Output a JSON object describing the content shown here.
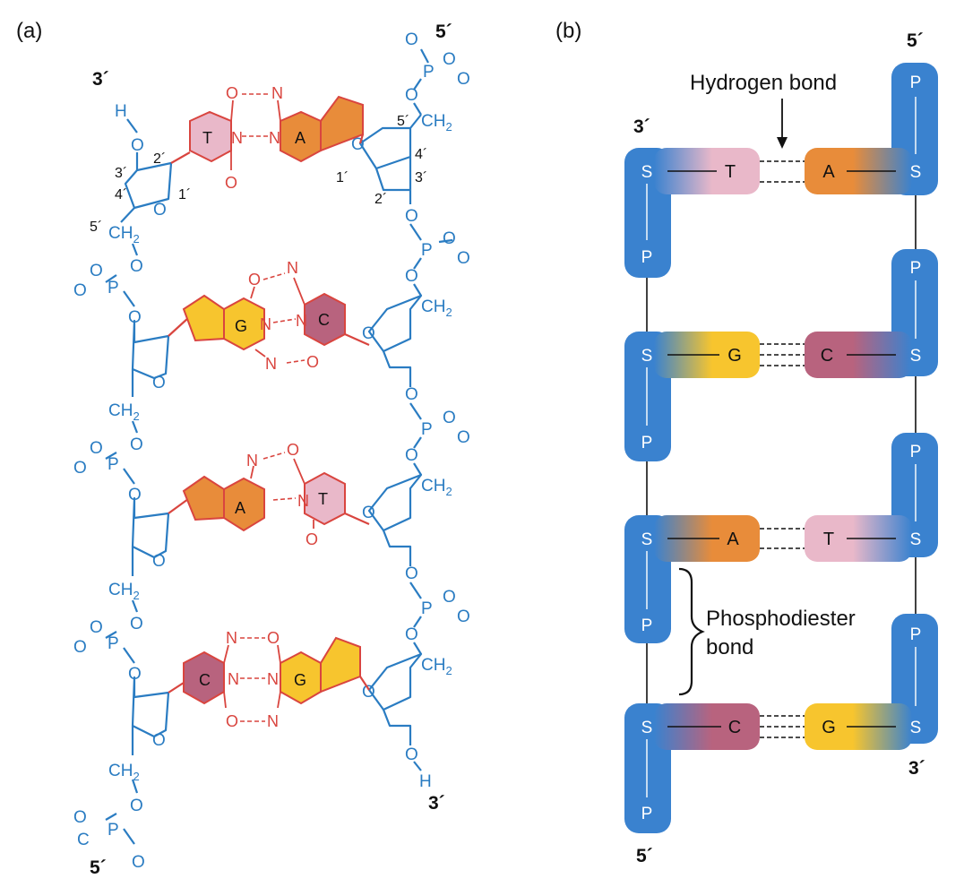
{
  "colors": {
    "backbone": "#2a7cc2",
    "bond": "#d9453f",
    "block": "#3a82cf",
    "T": "#e9b8c9",
    "A": "#e88c3a",
    "G": "#f7c52e",
    "C": "#b8637e",
    "text": "#111111"
  },
  "panel_a": {
    "label": "(a)",
    "end_top_left": "3´",
    "end_top_right": "5´",
    "end_bottom_left": "5´",
    "end_bottom_right": "3´",
    "atoms": {
      "O": "O",
      "N": "N",
      "P": "P",
      "H": "H",
      "C": "C",
      "CH2": "CH",
      "sub2": "2"
    },
    "carbon_numbers": {
      "left": [
        "3´",
        "2´",
        "4´",
        "1´",
        "5´"
      ],
      "right": [
        "5´",
        "4´",
        "1´",
        "3´",
        "2´"
      ]
    },
    "pairs": [
      {
        "left": "T",
        "right": "A"
      },
      {
        "left": "G",
        "right": "C"
      },
      {
        "left": "A",
        "right": "T"
      },
      {
        "left": "C",
        "right": "G"
      }
    ]
  },
  "panel_b": {
    "label": "(b)",
    "end_top_left": "3´",
    "end_top_right": "5´",
    "end_bottom_left": "5´",
    "end_bottom_right": "3´",
    "hydrogen_bond_label": "Hydrogen bond",
    "phosphodiester_label_1": "Phosphodiester",
    "phosphodiester_label_2": "bond",
    "sugar": "S",
    "phosphate": "P",
    "pairs": [
      {
        "left": "T",
        "right": "A"
      },
      {
        "left": "G",
        "right": "C"
      },
      {
        "left": "A",
        "right": "T"
      },
      {
        "left": "C",
        "right": "G"
      }
    ]
  }
}
